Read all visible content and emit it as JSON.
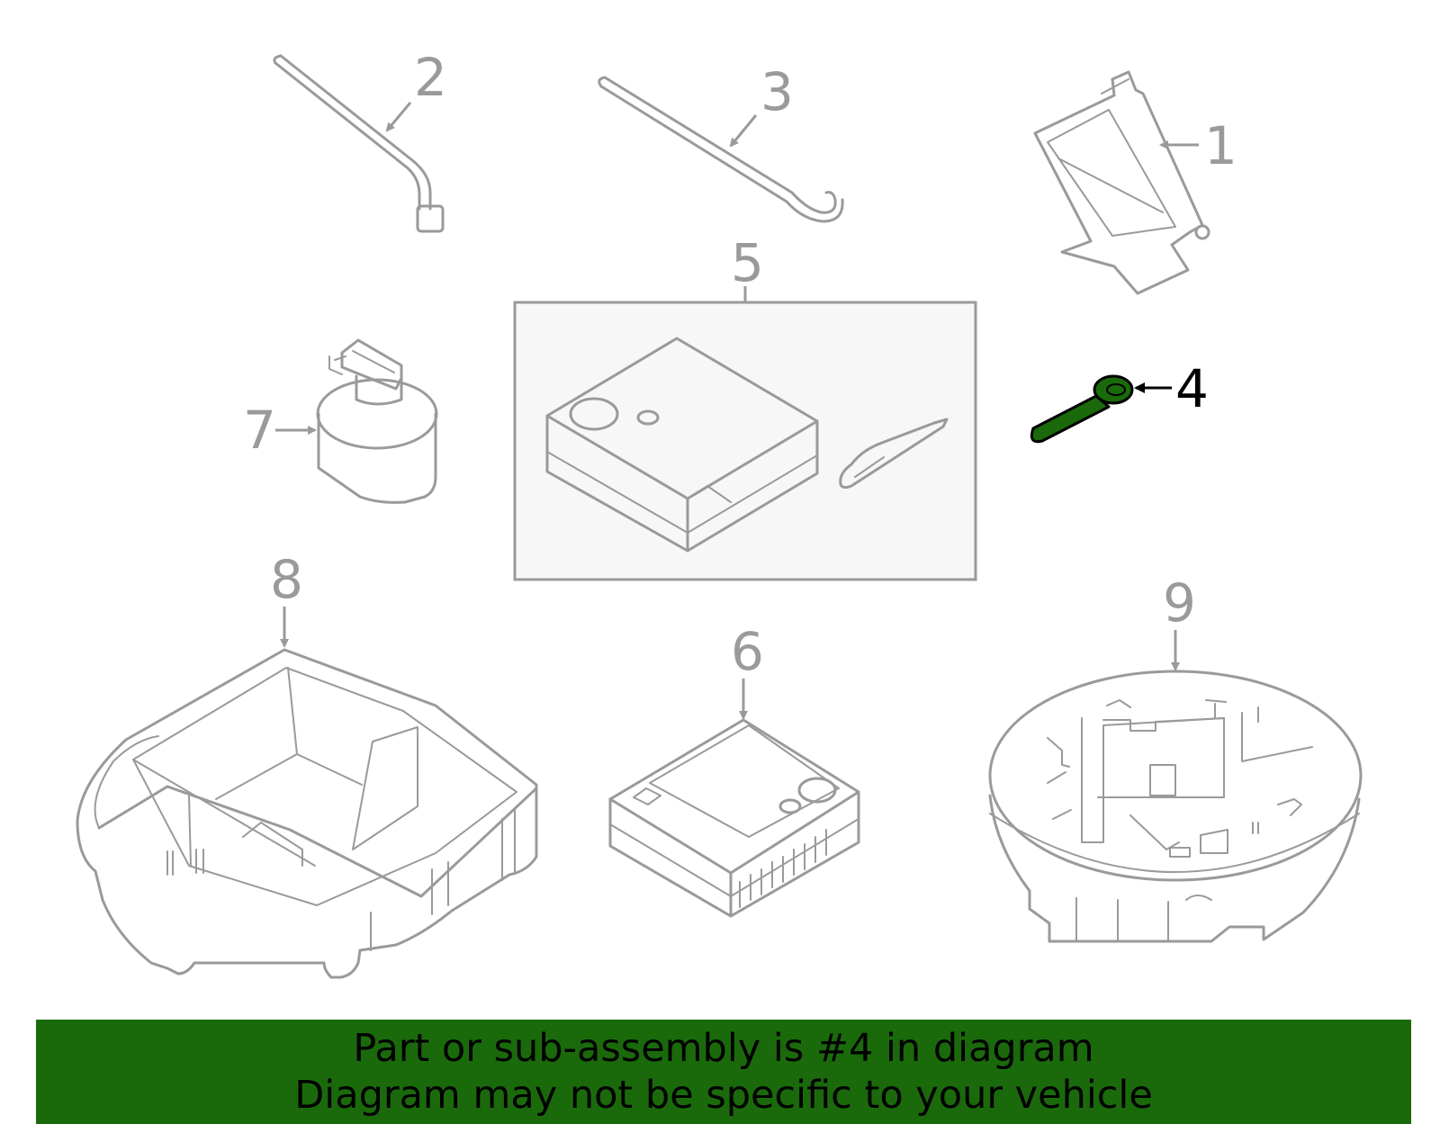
{
  "callouts": {
    "c1": "1",
    "c2": "2",
    "c3": "3",
    "c4": "4",
    "c5": "5",
    "c6": "6",
    "c7": "7",
    "c8": "8",
    "c9": "9"
  },
  "highlight_color": "#1a6a0c",
  "part_stroke_color": "#9a9a9a",
  "banner": {
    "line1": "Part or sub-assembly is #4 in diagram",
    "line2": "Diagram may not be specific to your vehicle"
  }
}
